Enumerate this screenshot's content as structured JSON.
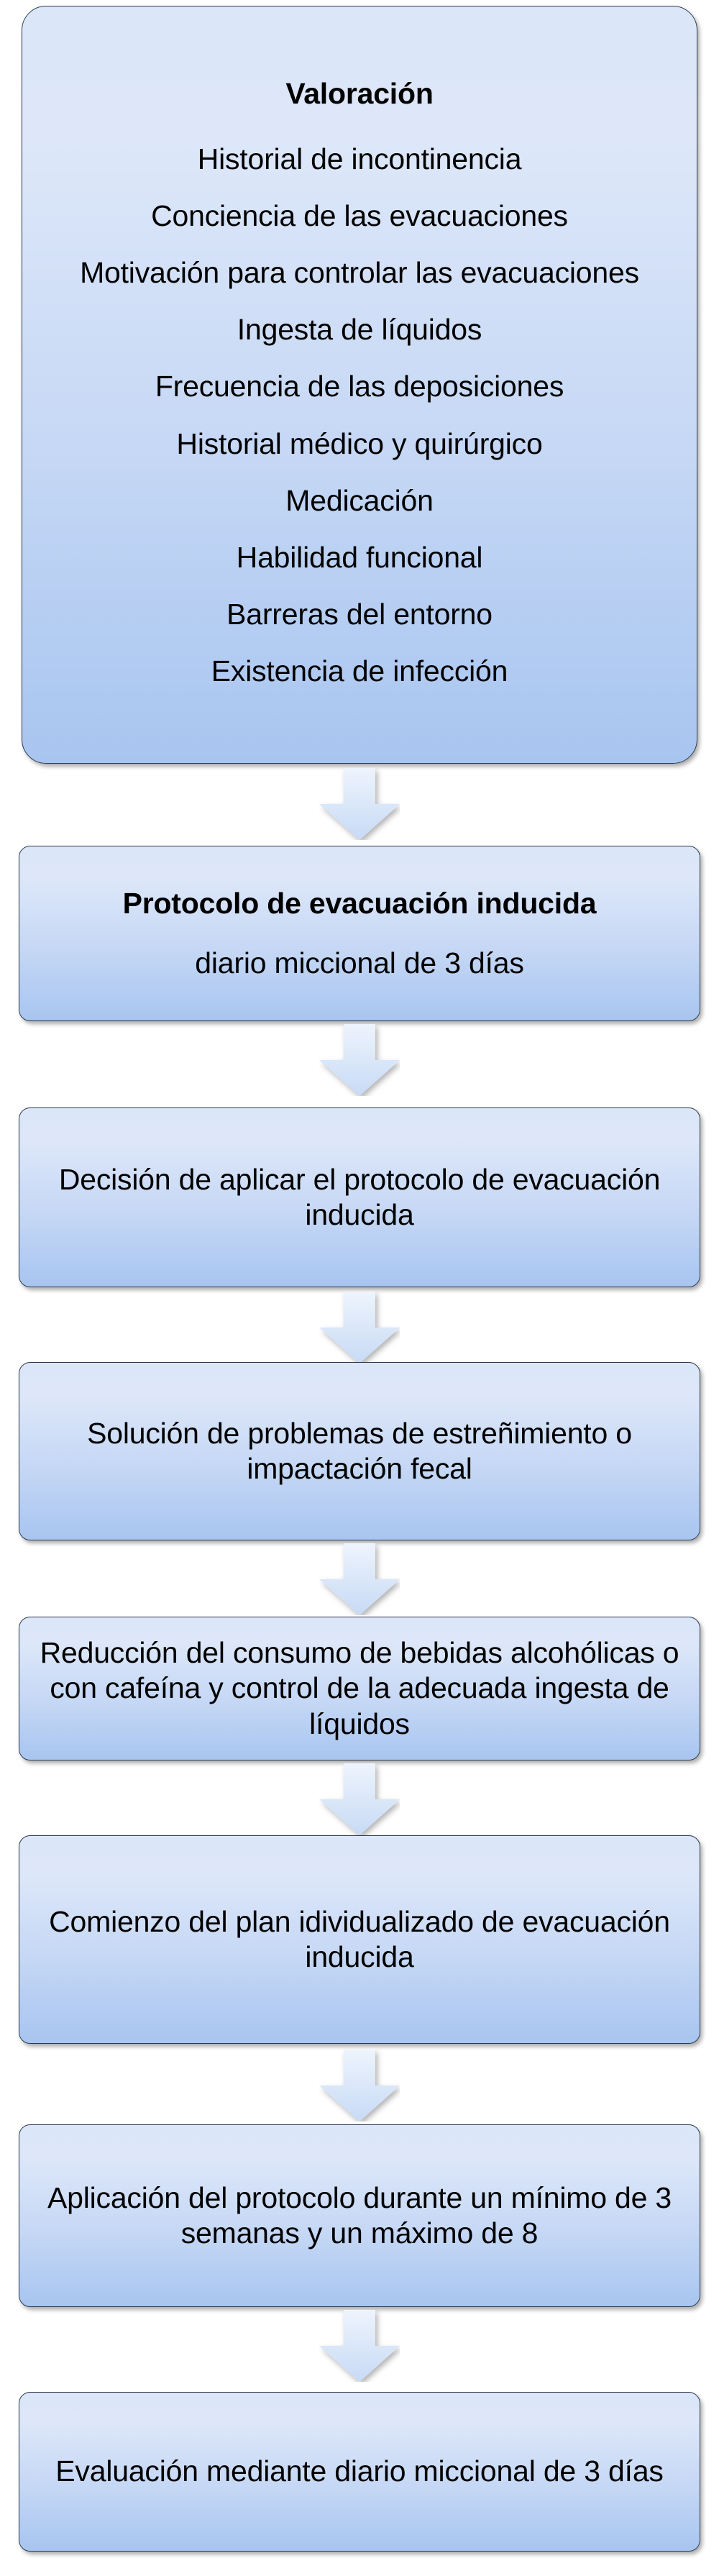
{
  "diagram": {
    "title": "Protocolo de evacuacion inducida - diagrama de flujo",
    "orientation": "vertical top-to-bottom",
    "colors": {
      "box_fill_top": "#dce6f9",
      "box_fill_bottom": "#a8c5f0",
      "box_border": "#2d3b50",
      "arrow_fill_top": "#e8eff c",
      "arrow_fill_bottom": "#c9dcf6",
      "text": "#000000",
      "background": "#ffffff"
    },
    "connector_icon": "down-block-arrow-icon",
    "nodes": [
      {
        "id": "assessment",
        "heading": "Valoración",
        "items": [
          "Historial de incontinencia",
          "Conciencia de las evacuaciones",
          "Motivación para controlar las evacuaciones",
          "Ingesta de líquidos",
          "Frecuencia de las deposiciones",
          "Historial médico y quirúrgico",
          "Medicación",
          "Habilidad funcional",
          "Barreras del entorno",
          "Existencia de infección"
        ]
      },
      {
        "id": "protocol",
        "heading": "Protocolo de evacuación inducida",
        "subtext": "diario miccional de 3 días"
      },
      {
        "id": "decision",
        "text": "Decisión de aplicar el protocolo de evacuación inducida"
      },
      {
        "id": "constipation",
        "text": "Solución de problemas de estreñimiento o impactación fecal"
      },
      {
        "id": "fluids",
        "text": "Reducción del consumo de bebidas alcohólicas o con cafeína y control de la adecuada ingesta de líquidos"
      },
      {
        "id": "plan",
        "text": "Comienzo del plan idividualizado de evacuación inducida"
      },
      {
        "id": "duration",
        "text": "Aplicación del protocolo durante un mínimo de 3 semanas y un máximo de 8"
      },
      {
        "id": "evaluation",
        "text": "Evaluación mediante diario miccional de 3 días"
      }
    ]
  }
}
